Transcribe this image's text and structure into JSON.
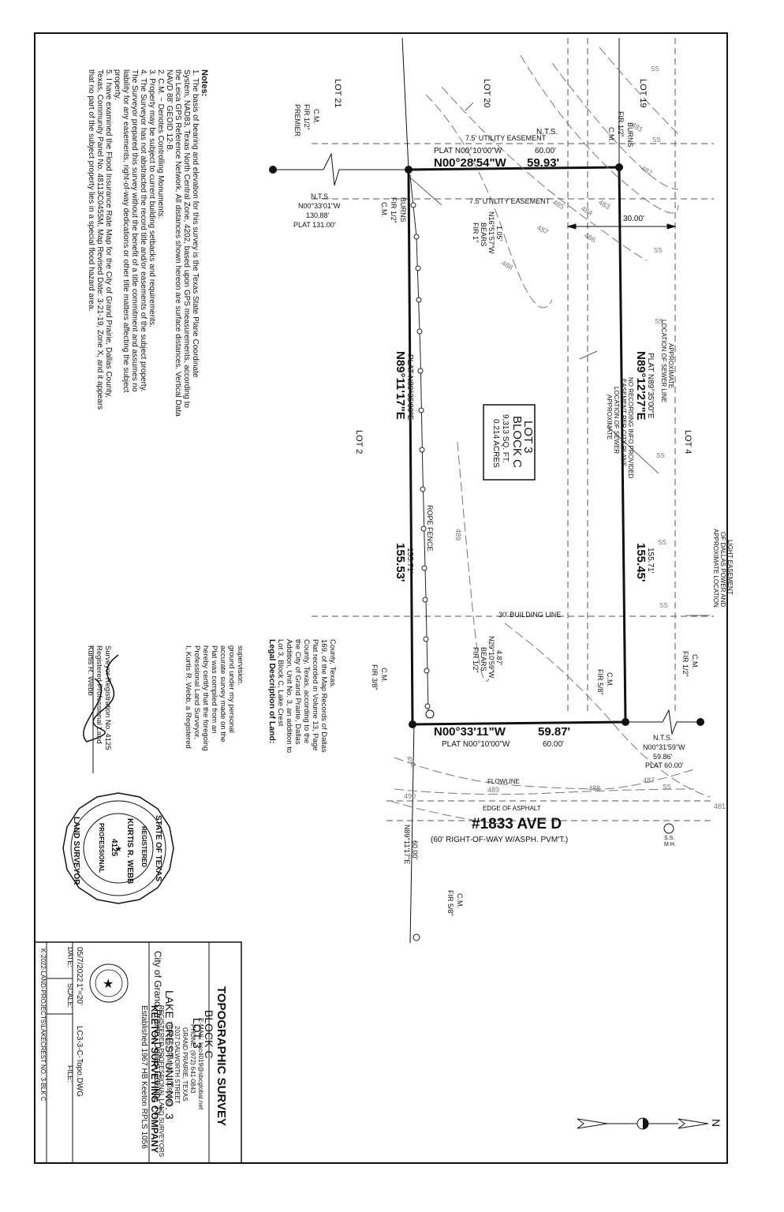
{
  "notes": {
    "heading": "Notes:",
    "lines": [
      "1. The basis of bearing and elevation for this survey is the Texas State Plane Coordinate",
      "System, NAD83, Texas North Central Zone, 4202, based upon GPS measurements, according to",
      "the Leica GPS Reference Network. All distances shown hereon are surface distances. Vertical Data",
      "NAVD 88' GEOID 12-B.",
      "2. C.M. ~ Denotes Controlling Monuments.",
      "3. Property may be subject to current building setbacks and requirements.",
      "4. The Surveyor has not abstracted the record title and/or easements of the subject property.",
      "The Surveyor prepared this survey without the benefit of a title commitment and assumes no",
      "liability for any easements, right-of-way dedications or other title matters affecting the subject",
      "property.",
      "5. I have examined the Flood Insurance Rate Map for the City of Grand Prairie, Dallas County,",
      "Texas, Community Panel No. 48113C0455M, Map Revised Date: 3-21-19, Zone X, and it appears",
      "that no part of the subject property lies in a special flood hazard area."
    ]
  },
  "lots": {
    "lot21": "LOT 21",
    "lot20": "LOT 20",
    "lot19": "LOT 19",
    "lot2": "LOT 2",
    "lot4": "LOT 4"
  },
  "parcel": {
    "lot": "LOT 3",
    "block": "BLOCK C",
    "sqft": "9,313 SQ. FT.",
    "acres": "0.214 ACRES",
    "north_bearing": "N00°28'54\"W",
    "north_dist": "59.93'",
    "north_plat": "PLAT N00°10'00\"W",
    "north_plat_dist": "60.00'",
    "south_bearing": "N00°33'11\"W",
    "south_dist": "59.87'",
    "south_plat": "PLAT N00°10'00\"W",
    "south_plat_dist": "60.00'",
    "west_bearing": "N89°11'17\"E",
    "west_plat": "PLAT N89°35'00\"E",
    "west_dist": "155.53'",
    "west_plat_dist": "155.71'",
    "east_bearing": "N89°12'27\"E",
    "east_plat": "PLAT N89°35'00\"E",
    "east_dist": "155.45'",
    "east_plat_dist": "155.71'"
  },
  "annotations": {
    "nts": "N.T.S.",
    "utility_easement": "7.5' UTILITY EASEMENT",
    "sewer_line": [
      "APPROXIMATE",
      "LOCATION OF SEWER LINE"
    ],
    "sewer_easement": [
      "APPROXIMATE",
      "LOCATION OF SEWER",
      "EASEMENT PER CITY PLANS",
      "NO RECORDING INFO PROVIDED"
    ],
    "dallas_power": [
      "APPROXIMATE LOCATION",
      "OF DALLAS POWER AND",
      "LIGHT EASEMENT"
    ],
    "building_line": "30' BUILDING LINE",
    "rope_fence": "ROPE FENCE",
    "dim_30": "30.00'",
    "flowline": "FLOWLINE",
    "edge_asphalt": "EDGE OF ASPHALT",
    "street": "#1833 AVE D",
    "row": "(60' RIGHT-OF-WAY W/ASPH. PVM'T.)",
    "ss_mh": [
      "S.S.",
      "M.H."
    ],
    "west_line_nts": [
      "N.T.S.",
      "N00°33'01\"W",
      "130.88'",
      "PLAT 131.00'"
    ],
    "east_line_nts": [
      "N.T.S.",
      "N00°31'59\"W",
      "59.86'",
      "PLAT 60.00'"
    ],
    "street_bearing": [
      "N89°11'17\"E",
      "60.00'"
    ],
    "fir_bears_1": [
      "FIR 1\"",
      "BEARS",
      "N16°51'57\"W",
      "1.05'"
    ],
    "fir_bears_2": [
      "FIR 1/2\"",
      "BEARS",
      "N29°10'59\"W",
      "4.87'"
    ],
    "mon_premier": [
      "C.M.",
      "FIR 1/2\"",
      "PREMIER"
    ],
    "mon_burns_w": [
      "C.M.",
      "FIR 1/2\"",
      "BURNS"
    ],
    "mon_burns_e": [
      "C.M.",
      "FIR 1/2\"",
      "BURNS"
    ],
    "mon_38": [
      "C.M.",
      "FIR 3/8\""
    ],
    "mon_58_a": [
      "C.M.",
      "FIR 5/8\""
    ],
    "mon_58_b": [
      "C.M.",
      "FIR 5/8\""
    ],
    "mon_12": [
      "C.M.",
      "FIR 1/2\""
    ],
    "contours": [
      "482",
      "483",
      "484",
      "485",
      "486",
      "487",
      "488",
      "489",
      "490",
      "487",
      "488",
      "489",
      "490",
      "481",
      "481"
    ],
    "ss": "SS"
  },
  "legal": {
    "heading": "Legal Description of Land:",
    "lines": [
      "Lot 3, Block C, Lake Crest",
      "Addition, Unit No. 3, an addition to",
      "the City of Grand Prairie, Dallas",
      "County, Texas, according to the",
      "Plat recorded in Volume 13, Page",
      "169, of the Map Records of Dallas",
      "County, Texas."
    ]
  },
  "certification": {
    "lines": [
      "I, Kurtis R. Webb, a Registered",
      "Professional Land Surveyor,",
      "hereby certify that the foregoing",
      "Plat was compiled from an",
      "accurate survey made on the",
      "ground under my personal",
      "supervision."
    ],
    "sig_lines": [
      "Kurtis R. Webb",
      "Registered Professional Land",
      "Surveyor Registration No. 4125"
    ]
  },
  "seal": {
    "top": "STATE OF TEXAS",
    "bottom": "LAND SURVEYOR",
    "reg": "REGISTERED",
    "name": "KURTIS R. WEBB",
    "num": "4125",
    "prof": "PROFESSIONAL"
  },
  "titleblock": {
    "title": "TOPOGRAPHIC SURVEY",
    "lot": "LOT 3",
    "block": "BLOCK C",
    "subdivision": "LAKE CREST UNIT NO. 3",
    "city": "City of Grand Prairie, Dallas County, Tx.",
    "established": "Established 1967 HB Keeton RPLS 1056",
    "company": "KEETON SURVEYING COMPANY",
    "company_sub": "REGISTERED PROFESSIONAL LAND SURVEYORS",
    "firm": "TBPELS FIRM NO. 10090500",
    "street": "2037 DALWORTH STREET",
    "citystate": "GRAND PRAIRIE, TEXAS",
    "phone": "PHONE: (972) 641-0843",
    "email": "E-MAIL: ksc4019@sbcglobal.net",
    "date_label": "DATE:",
    "date": "05/7/2022",
    "scale_label": "SCALE:",
    "scale": "1\"=20'",
    "file_label": "FILE:",
    "file": "LC3-3-C-Topo.DWG",
    "path": "K-2022-LAND-PROJECTS\\LAKECREST NO. 3-BLK C",
    "north": "N"
  }
}
